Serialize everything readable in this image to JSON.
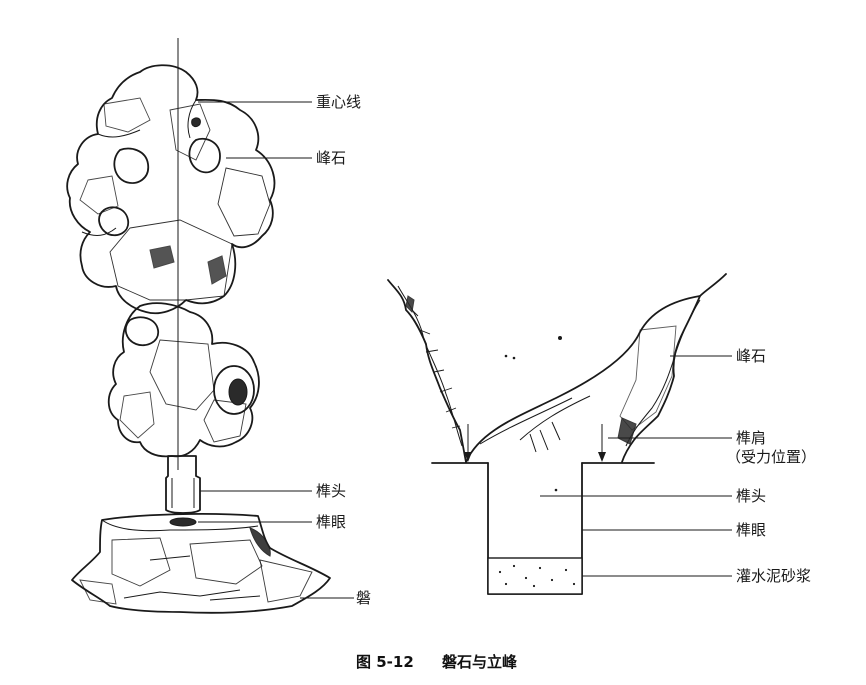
{
  "left_figure": {
    "labels": {
      "gravity_line": "重心线",
      "peak_stone": "峰石",
      "tenon": "榫头",
      "mortise": "榫眼",
      "base_rock": "磐"
    }
  },
  "right_figure": {
    "labels": {
      "peak_stone": "峰石",
      "tenon_shoulder": "榫肩",
      "tenon_shoulder_note": "（受力位置）",
      "tenon": "榫头",
      "mortise": "榫眼",
      "mortar": "灌水泥砂浆"
    }
  },
  "caption": {
    "number": "图 5-12",
    "title": "磐石与立峰"
  }
}
